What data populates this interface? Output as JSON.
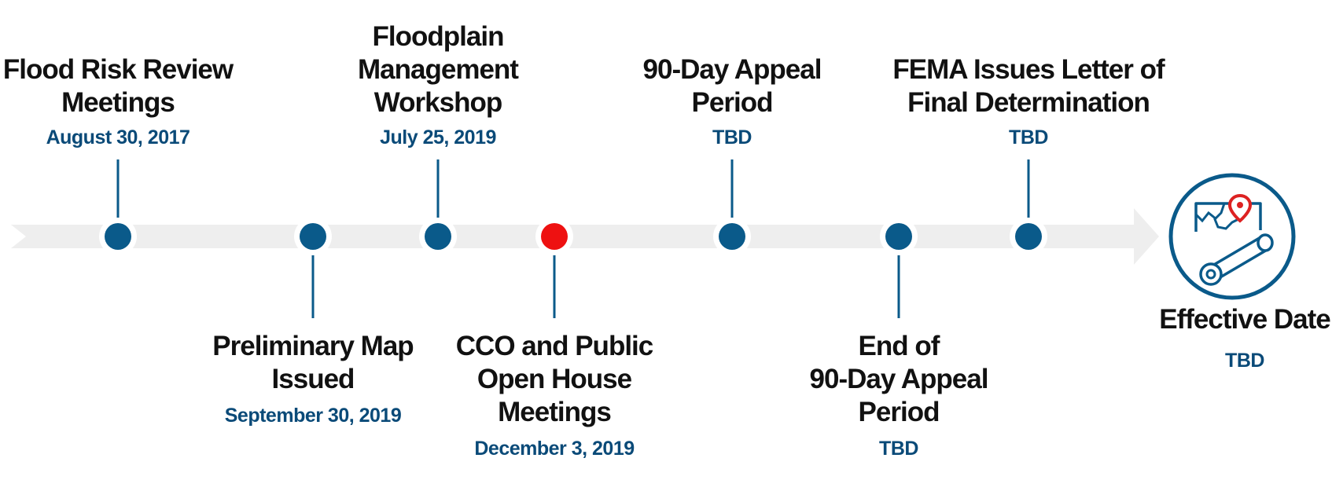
{
  "colors": {
    "arrow": "#eeeeee",
    "milestone": "#0a5a8a",
    "current": "#ee1111",
    "date_text": "#0a4a78",
    "title_text": "#111111",
    "icon_ring": "#0a5a8a",
    "icon_pin": "#dd2222"
  },
  "milestones": [
    {
      "title_lines": [
        "Flood Risk Review",
        "Meetings"
      ],
      "date": "August 30, 2017",
      "position": "above",
      "status": "completed"
    },
    {
      "title_lines": [
        "Preliminary Map",
        "Issued"
      ],
      "date": "September 30, 2019",
      "position": "below",
      "status": "completed"
    },
    {
      "title_lines": [
        "Floodplain",
        "Management",
        "Workshop"
      ],
      "date": "July 25, 2019",
      "position": "above",
      "status": "completed"
    },
    {
      "title_lines": [
        "CCO and Public",
        "Open House",
        "Meetings"
      ],
      "date": "December 3, 2019",
      "position": "below",
      "status": "current"
    },
    {
      "title_lines": [
        "90-Day Appeal",
        "Period"
      ],
      "date": "TBD",
      "position": "above",
      "status": "upcoming"
    },
    {
      "title_lines": [
        "End of",
        "90-Day Appeal",
        "Period"
      ],
      "date": "TBD",
      "position": "below",
      "status": "upcoming"
    },
    {
      "title_lines": [
        "FEMA Issues Letter of",
        "Final Determination"
      ],
      "date": "TBD",
      "position": "above",
      "status": "upcoming"
    }
  ],
  "endpoint": {
    "title": "Effective Date",
    "date": "TBD",
    "icon": "map-scroll-pin-icon"
  }
}
